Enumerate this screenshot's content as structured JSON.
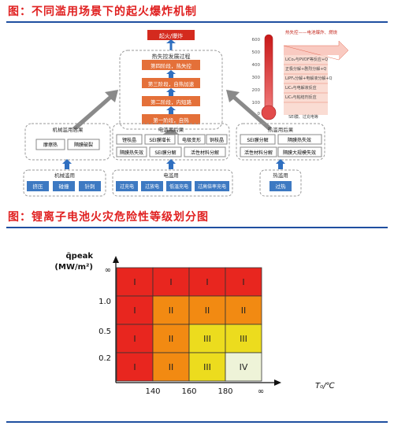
{
  "section1": {
    "title": "图：不同滥用场景下的起火爆炸机制",
    "top_box": "起火/爆炸",
    "runaway": {
      "title": "热失控发展过程",
      "stages": [
        "第四阶段，热失控",
        "第三阶段，自热加速",
        "第二阶段，内短路",
        "第一阶段，自热"
      ]
    },
    "mechanical": {
      "title": "机械滥用后果",
      "items": [
        "摩擦热",
        "隔膜破裂"
      ]
    },
    "electrical": {
      "title": "电滥用后果",
      "items": [
        "锂枝晶",
        "SEI膜增长",
        "电极变形",
        "铜枝晶",
        "隔膜热失效",
        "SEI膜分解",
        "活性材料分解"
      ]
    },
    "thermal": {
      "title": "热滥用后果",
      "items": [
        "SEI膜分解",
        "隔膜热失效",
        "活性材料分解",
        "隔膜大规模失效"
      ]
    },
    "mech_abuse": {
      "title": "机械滥用",
      "items": [
        "挤压",
        "碰撞",
        "针刺"
      ]
    },
    "elec_abuse": {
      "title": "电滥用",
      "items": [
        "过充电",
        "过放电",
        "低温充电",
        "过高倍率充电"
      ]
    },
    "thermal_abuse": {
      "title": "热滥用",
      "items": [
        "过热"
      ]
    },
    "thermo": {
      "top_label": "热失控——电池爆炸、燃烧",
      "ticks": [
        "600",
        "500",
        "400",
        "300",
        "200",
        "100",
        "0"
      ],
      "notes": [
        "LiCo₂与PVDF等反应+Q",
        "正极分解+剧烈分解+Q",
        "LiPF₆分解+电解液分解+Q",
        "LiC₆与电解液反应",
        "LiC₆与粘结剂反应"
      ],
      "bottom_note": "SEI膜、过充电等"
    }
  },
  "section2": {
    "title": "图：锂离子电池火灾危险性等级划分图",
    "y_axis_label_lines": [
      "q̄peak",
      "(MW/m²)"
    ],
    "x_axis_label": "T₀/℃",
    "y_ticks": [
      "∞",
      "1.0",
      "0.5",
      "0.2"
    ],
    "x_ticks": [
      "140",
      "160",
      "180",
      "∞"
    ],
    "grid": [
      [
        "I",
        "I",
        "I",
        "I"
      ],
      [
        "I",
        "II",
        "II",
        "II"
      ],
      [
        "I",
        "II",
        "III",
        "III"
      ],
      [
        "I",
        "II",
        "III",
        "IV"
      ]
    ],
    "grid_colors": [
      [
        "#e8261f",
        "#e8261f",
        "#e8261f",
        "#e8261f"
      ],
      [
        "#e8261f",
        "#f28a12",
        "#f28a12",
        "#f28a12"
      ],
      [
        "#e8261f",
        "#f28a12",
        "#ecdc1e",
        "#ecdc1e"
      ],
      [
        "#e8261f",
        "#f28a12",
        "#ecdc1e",
        "#eef3d8"
      ]
    ]
  }
}
